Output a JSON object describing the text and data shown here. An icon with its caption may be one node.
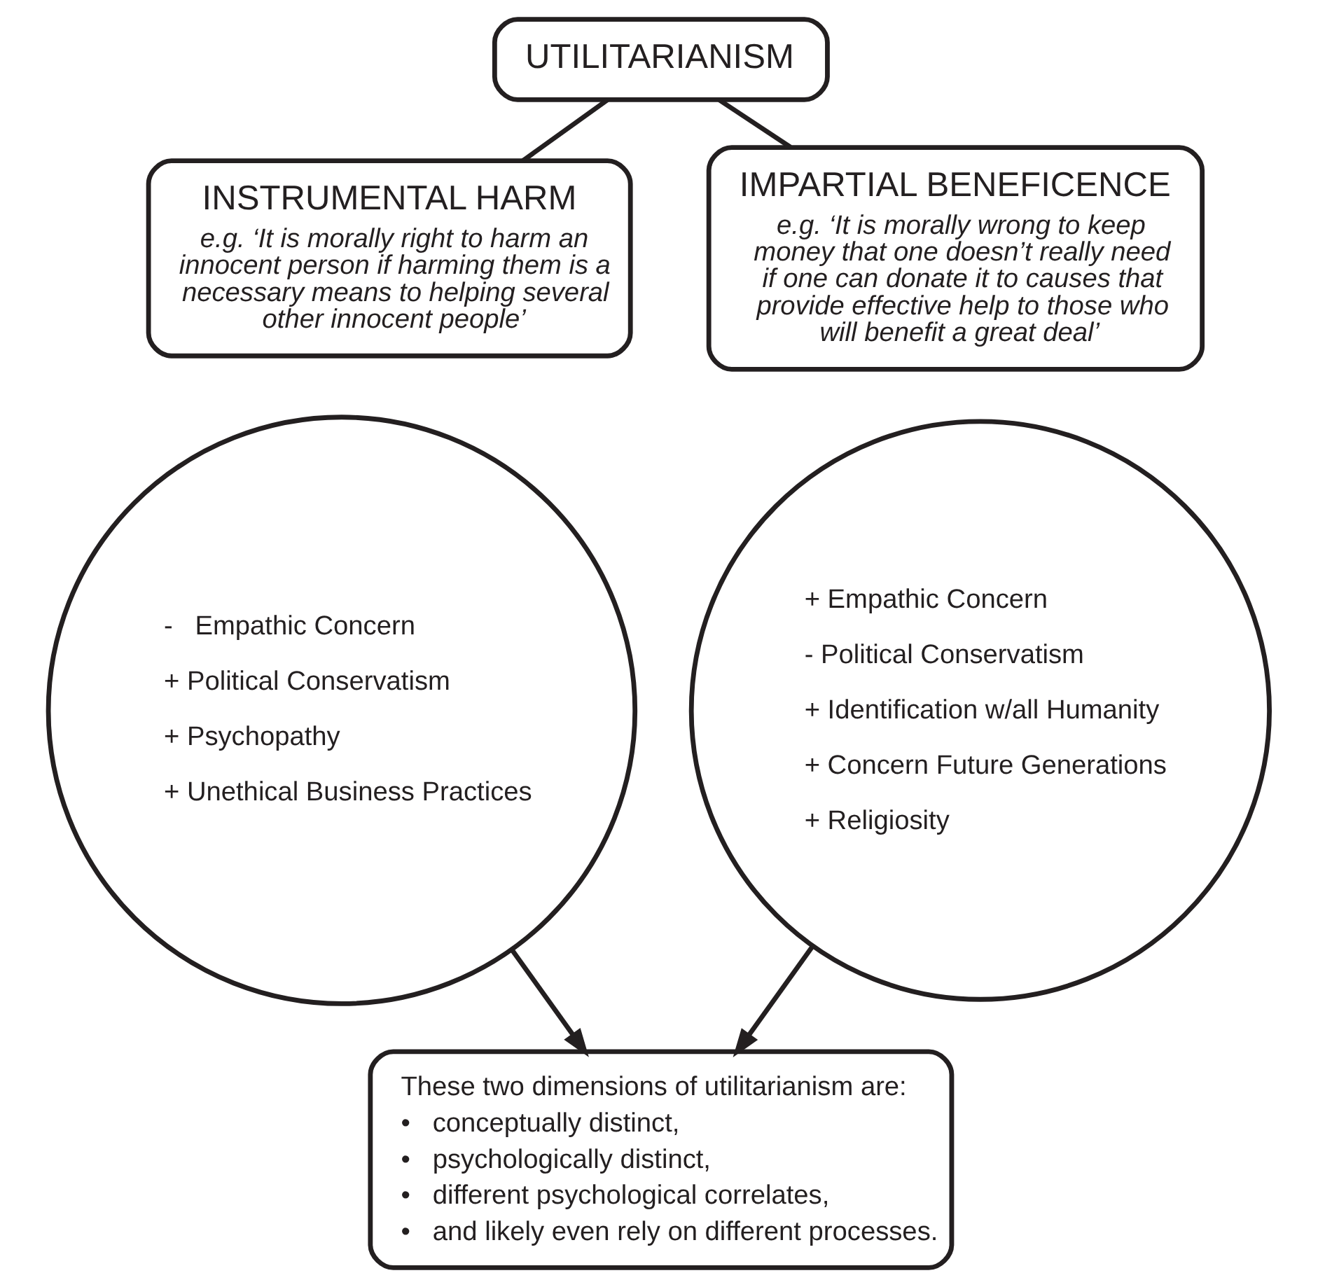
{
  "diagram": {
    "nodes": [
      {
        "text": [
          "UTILITARIANISM"
        ]
      },
      {
        "text": [
          "INSTRUMENTAL HARM",
          "e.g. ‘It is morally right to harm an innocent person if harming them is a necessary means to helping several other innocent people’"
        ]
      },
      {
        "text": [
          "IMPARTIAL BENEFICENCE",
          "e.g. ‘It is morally wrong to keep money that one doesn’t really need if one can donate it to causes that provide effective help to those who will benefit a great deal’"
        ]
      },
      {
        "text": [
          "-   Empathic Concern",
          "+ Political Conservatism",
          "+ Psychopathy",
          "+ Unethical Business Practices"
        ]
      },
      {
        "text": [
          "+ Empathic Concern",
          "- Political Conservatism",
          "+ Identification w/all Humanity",
          "+ Concern Future Generations",
          "+ Religiosity"
        ]
      },
      {
        "text": [
          "These two dimensions of utilitarianism are:",
          "•   conceptually distinct,",
          "•   psychologically distinct,",
          "•   different psychological correlates,",
          "•   and likely even rely on different processes."
        ]
      }
    ],
    "edges": [
      {
        "from": 0,
        "to": 1,
        "arrow": "none"
      },
      {
        "from": 0,
        "to": 2,
        "arrow": "none"
      },
      {
        "from": 3,
        "to": 5,
        "arrow": "to"
      },
      {
        "from": 4,
        "to": 5,
        "arrow": "to"
      }
    ]
  }
}
